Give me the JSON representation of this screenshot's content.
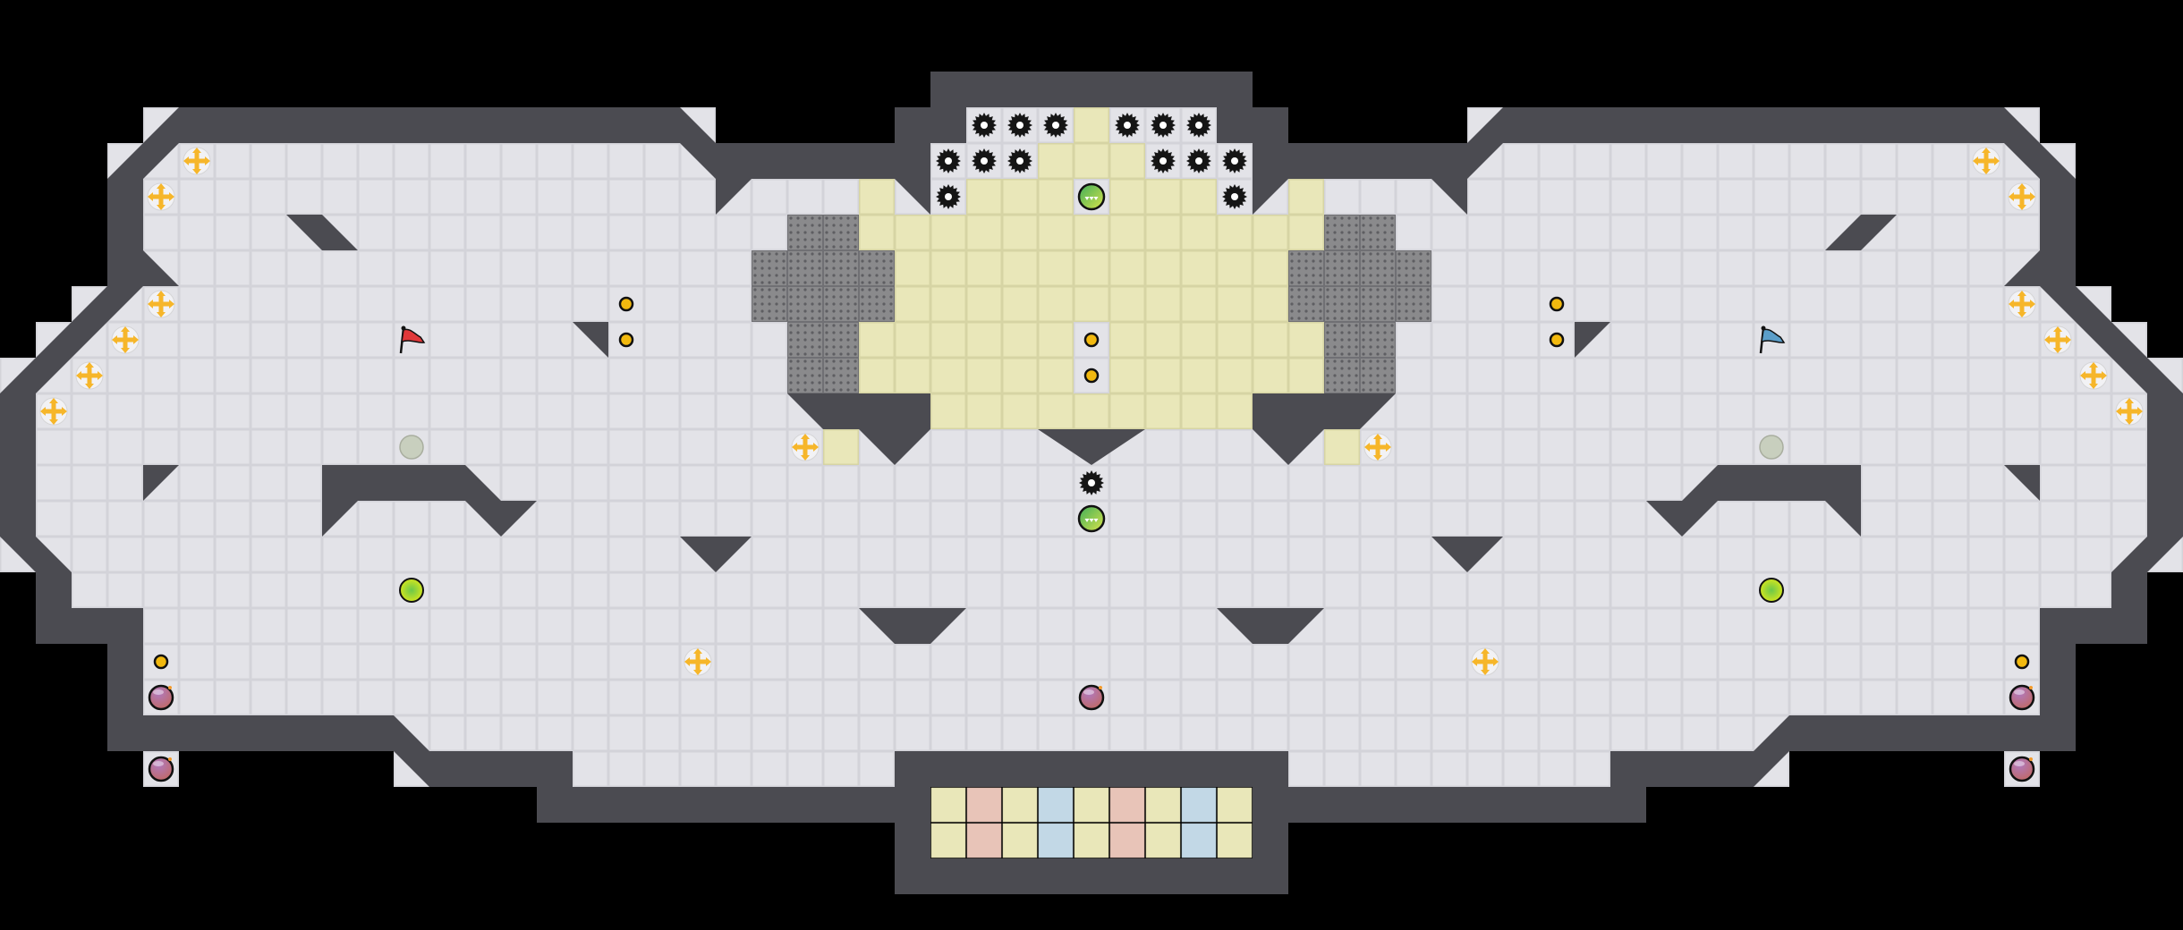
{
  "colors": {
    "background": "#000000",
    "wall": "#4b4b51",
    "wall_edge": "#2c2c30",
    "floor": "#e3e3e8",
    "floor_edge": "#d3d3d9",
    "yellow_zone": "#e9e7b9",
    "yellow_zone_edge": "#d6d4a4",
    "gate": "#8a8a8c",
    "gate_dot": "#5e5e62",
    "red_endzone": "#e8c4b8",
    "blue_endzone": "#c2d8e6",
    "boost": "#f6b62a",
    "spike": "#151515",
    "button": "#f2b90f",
    "bomb": "#9a5a8c",
    "portal_inactive": "#c8cfbe",
    "portal_active": "#c8e01c",
    "neutral_ball": "#5cbf5a",
    "red_flag": "#e0383a",
    "blue_flag": "#5b9ec9"
  },
  "endzone_pattern": [
    "yellow",
    "red",
    "yellow",
    "blue",
    "yellow",
    "red",
    "yellow",
    "blue",
    "yellow"
  ],
  "icons": {
    "boost": "boost-icon",
    "spike": "spike-icon",
    "button": "button-icon",
    "bomb": "bomb-icon",
    "portal_inactive": "portal-inactive-icon",
    "portal_active": "portal-active-icon",
    "neutral_ball": "neutral-ball-icon",
    "red_flag": "red-flag-icon",
    "blue_flag": "blue-flag-icon"
  },
  "teams": {
    "left_flag": "red",
    "right_flag": "blue"
  }
}
